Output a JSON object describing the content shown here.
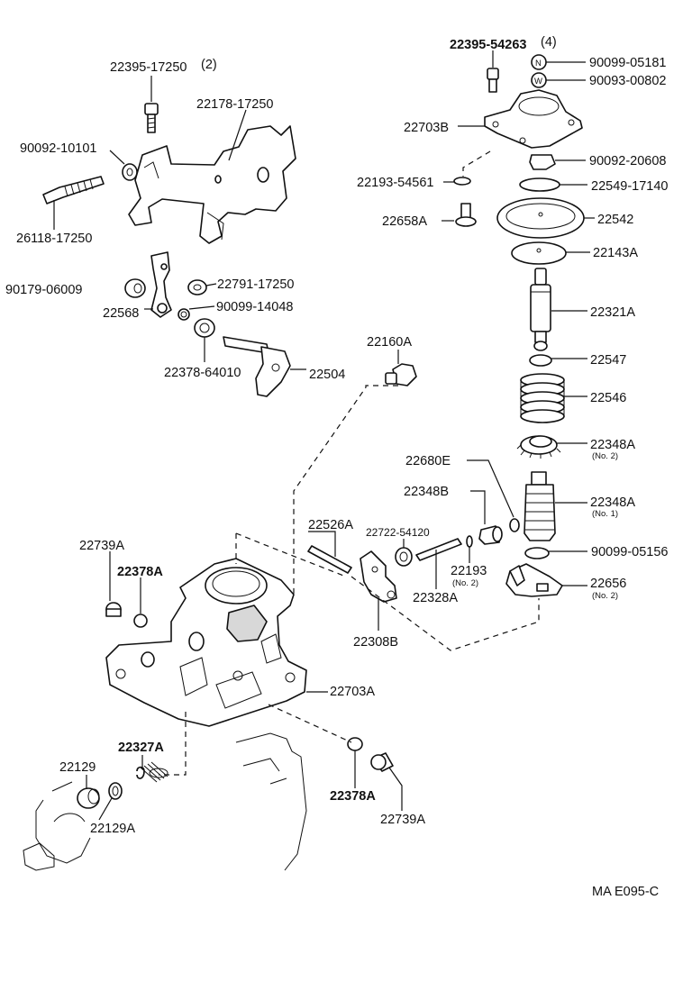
{
  "labels": {
    "p22395_17250": "22395-17250",
    "p22395_17250_qty": "(2)",
    "p22178_17250": "22178-17250",
    "p90092_10101": "90092-10101",
    "p26118_17250": "26118-17250",
    "p90179_06009": "90179-06009",
    "p22791_17250": "22791-17250",
    "p22568": "22568",
    "p90099_14048": "90099-14048",
    "p22378_64010": "22378-64010",
    "p22504": "22504",
    "p22160A": "22160A",
    "p22395_54263": "22395-54263",
    "p22395_54263_qty": "(4)",
    "p90099_05181": "90099-05181",
    "p90093_00802": "90093-00802",
    "p22703B": "22703B",
    "p90092_20608": "90092-20608",
    "p22193_54561": "22193-54561",
    "p22549_17140": "22549-17140",
    "p22658A": "22658A",
    "p22542": "22542",
    "p22143A": "22143A",
    "p22321A": "22321A",
    "p22547": "22547",
    "p22546": "22546",
    "p22348A_no2": "22348A",
    "p22348A_no2_sub": "(No. 2)",
    "p22680E": "22680E",
    "p22348B": "22348B",
    "p22348A_no1": "22348A",
    "p22348A_no1_sub": "(No. 1)",
    "p22526A": "22526A",
    "p22722_54120": "22722-54120",
    "p22739A_top": "22739A",
    "p22378A_top": "22378A",
    "p90099_05156": "90099-05156",
    "p22193": "22193",
    "p22193_sub": "(No. 2)",
    "p22656": "22656",
    "p22656_sub": "(No. 2)",
    "p22328A": "22328A",
    "p22308B": "22308B",
    "p22703A": "22703A",
    "p22327A": "22327A",
    "p22129": "22129",
    "p22129A": "22129A",
    "p22378A_bot": "22378A",
    "p22739A_bot": "22739A",
    "ref_code": "MA E095-C",
    "marker_N": "N",
    "marker_W": "W"
  }
}
